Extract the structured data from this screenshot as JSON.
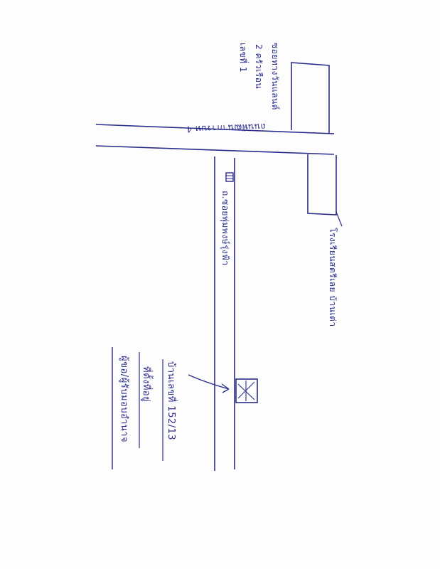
{
  "map": {
    "ink_color": "#2a2c8a",
    "paper_color": "#fdfdfd",
    "labels": {
      "main_road": "ถนนพัฒนาการบท 4",
      "alley": "ถ.ซอยพุ่มพงษ์รุ่งฟ้า",
      "top_building_line1": "ซอยทางวันแลนด์",
      "top_building_line2": "2 ครัวเรือน",
      "top_building_line3": "เลขที่ 1",
      "right_building": "โรงเรียนสตรีเลย บ้านเต่า",
      "house_address": "บ้านเลขที่ 152/13",
      "house_note": "ที่ตั้งที่อยู่",
      "footer_note": "ผู้ขอ/ผู้รับมอบอำนาจ"
    }
  }
}
